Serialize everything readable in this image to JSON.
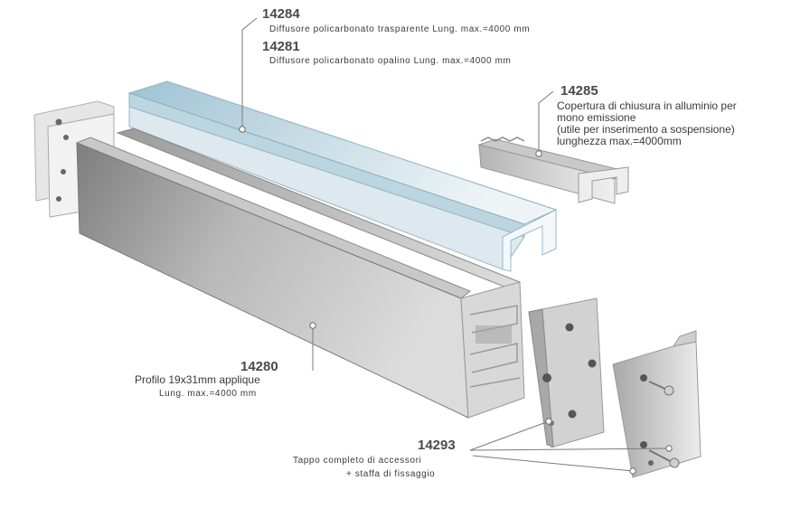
{
  "parts": [
    {
      "code": "14284",
      "lines": [
        "Diffusore policarbonato trasparente Lung. max.=4000 mm"
      ]
    },
    {
      "code": "14281",
      "lines": [
        "Diffusore policarbonato opalino Lung. max.=4000 mm"
      ]
    },
    {
      "code": "14285",
      "lines": [
        "Copertura di chiusura in alluminio per",
        "mono emissione",
        "(utile per inserimento a sospensione)",
        "lunghezza max.=4000mm"
      ]
    },
    {
      "code": "14280",
      "lines": [
        "Profilo 19x31mm applique",
        "Lung. max.=4000 mm"
      ]
    },
    {
      "code": "14293",
      "lines": [
        "Tappo completo di accessori",
        "+ staffa di fissaggio"
      ]
    }
  ],
  "colors": {
    "aluminium_light": "#d9d9d9",
    "aluminium_dark": "#8c8c8c",
    "diffuser_blue": "#a9c9d8",
    "leader_line": "#7a7a7a"
  }
}
